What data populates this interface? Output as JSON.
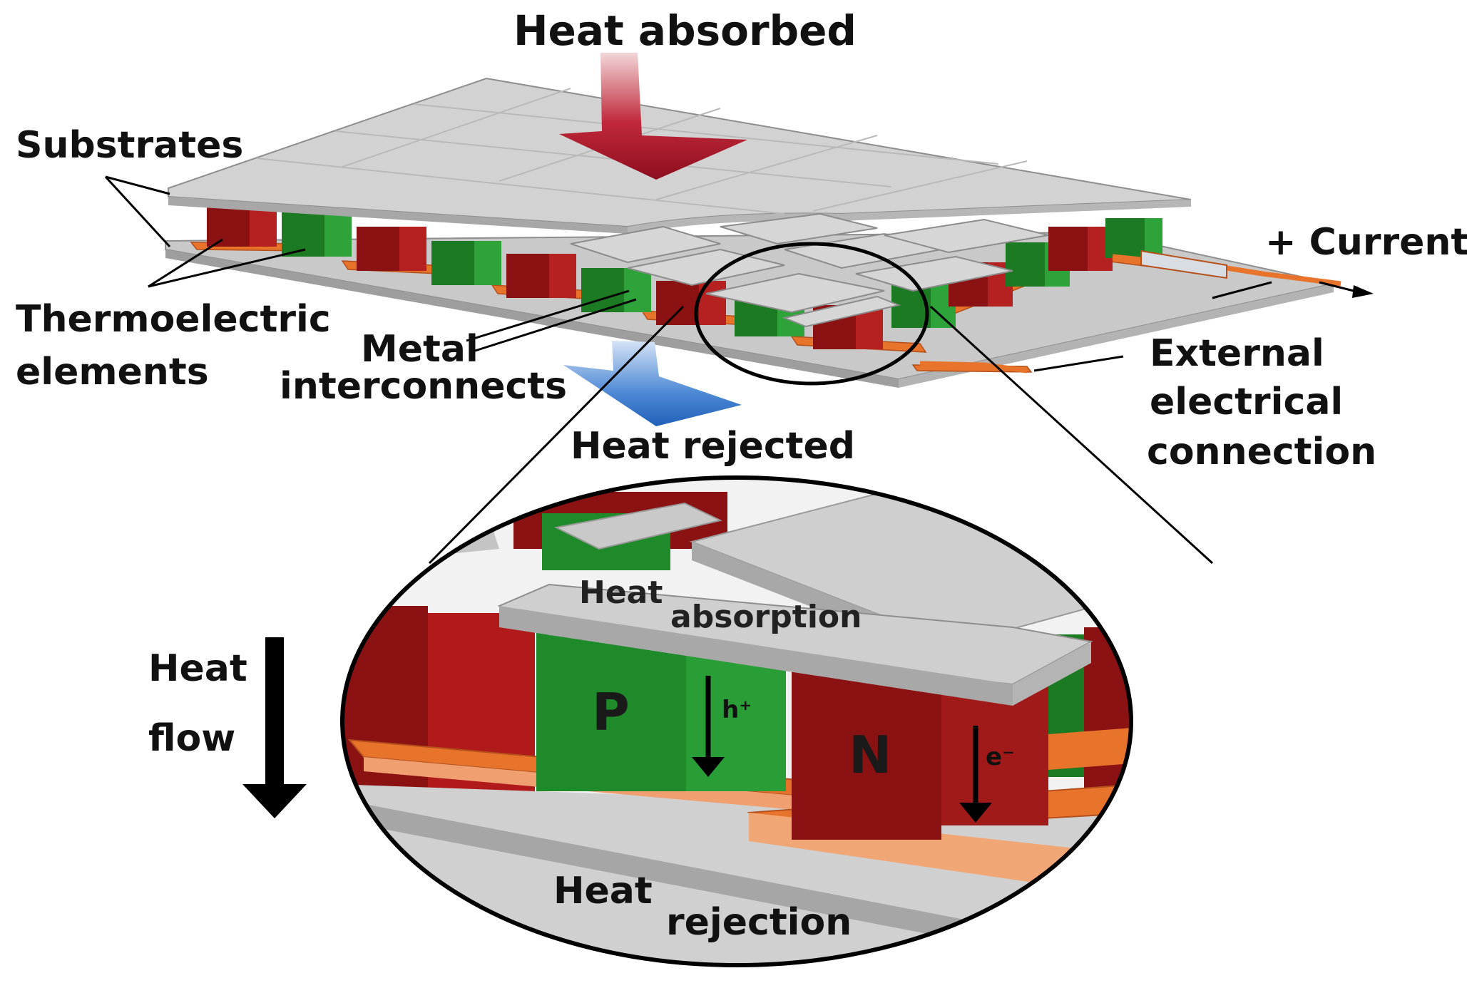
{
  "labels": {
    "heat_absorbed": "Heat absorbed",
    "substrates": "Substrates",
    "thermoelectric_line1": "Thermoelectric",
    "thermoelectric_line2": "elements",
    "metal_line1": "Metal",
    "metal_line2": "interconnects",
    "heat_rejected": "Heat rejected",
    "current": "+ Current",
    "external_line1": "External",
    "external_line2": "electrical",
    "external_line3": "connection",
    "heat_flow_line1": "Heat",
    "heat_flow_line2": "flow",
    "heat_absorption_line1": "Heat",
    "heat_absorption_line2": "absorption",
    "p_type": "P",
    "n_type": "N",
    "hole": "h⁺",
    "electron": "e⁻",
    "heat_rejection_line1": "Heat",
    "heat_rejection_line2": "rejection"
  },
  "colors": {
    "p_element": "#1f8a2a",
    "n_element": "#8b1212",
    "substrate": "#c9c9c9",
    "interconnect": "#e8732a",
    "heat_in_arrow": "#b0142a",
    "heat_out_arrow": "#2f6fc8",
    "outline": "#000000"
  },
  "icons": {
    "heat_in": "arrow-down-icon",
    "heat_out": "arrow-down-icon",
    "heat_flow": "arrow-down-icon",
    "current_direction": "arrow-right-icon"
  }
}
